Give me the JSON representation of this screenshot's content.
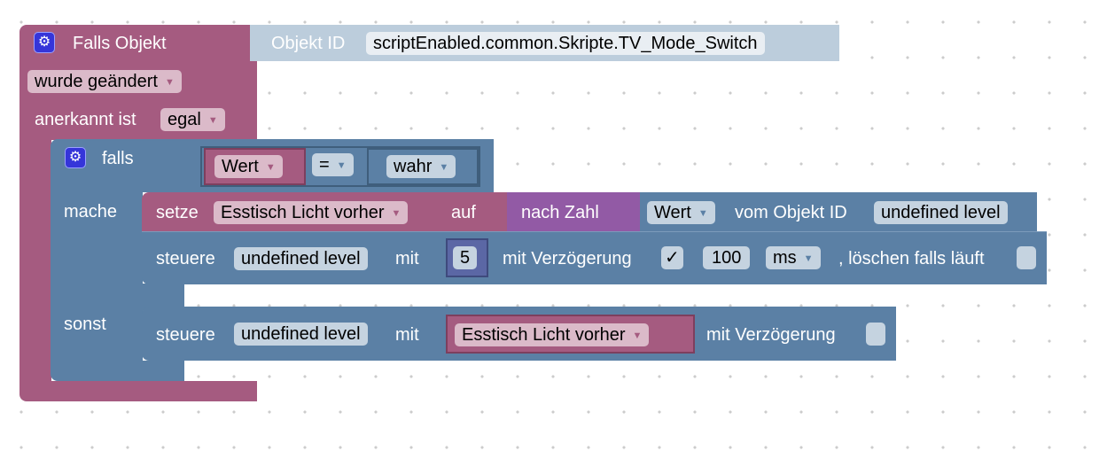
{
  "event_block": {
    "title": "Falls Objekt",
    "trigger": "wurde geändert",
    "ack_label": "anerkannt ist",
    "ack_value": "egal",
    "icon": "gear-icon"
  },
  "object_id_block": {
    "label": "Objekt ID",
    "value": "scriptEnabled.common.Skripte.TV_Mode_Switch"
  },
  "if_block": {
    "falls": "falls",
    "mache": "mache",
    "sonst": "sonst",
    "icon": "gear-icon",
    "condition": {
      "left": "Wert",
      "op": "=",
      "right": "wahr"
    }
  },
  "setze": {
    "label": "setze",
    "variable": "Esstisch Licht vorher",
    "auf": "auf",
    "convert": "nach Zahl",
    "value_field": "Wert",
    "from_label": "vom Objekt ID",
    "object": "undefined level"
  },
  "steuere1": {
    "label": "steuere",
    "object": "undefined level",
    "mit": "mit",
    "value": "5",
    "delay_label": "mit Verzögerung",
    "delay_checked": "✓",
    "delay": "100",
    "unit": "ms",
    "clear_label": ", löschen falls läuft"
  },
  "steuere2": {
    "label": "steuere",
    "object": "undefined level",
    "mit": "mit",
    "value": "Esstisch Licht vorher",
    "delay_label": "mit Verzögerung"
  },
  "colors": {
    "event": "#a55b80",
    "logic": "#5b80a5",
    "objectid": "#bccddc",
    "convert": "#925aa5",
    "number": "#5b67a5"
  }
}
